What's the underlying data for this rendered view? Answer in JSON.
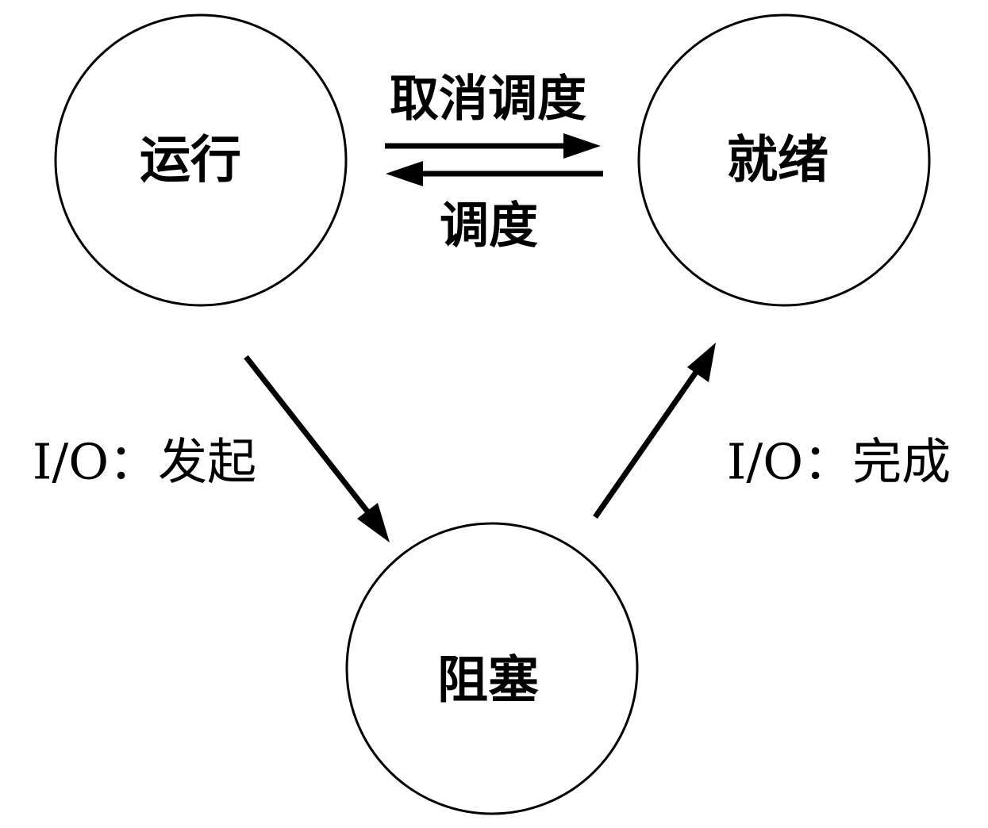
{
  "states": {
    "running": "运行",
    "ready": "就绪",
    "blocked": "阻塞"
  },
  "transitions": {
    "deschedule": "取消调度",
    "schedule": "调度",
    "io_initiate": "I/O：发起",
    "io_complete": "I/O：完成"
  }
}
